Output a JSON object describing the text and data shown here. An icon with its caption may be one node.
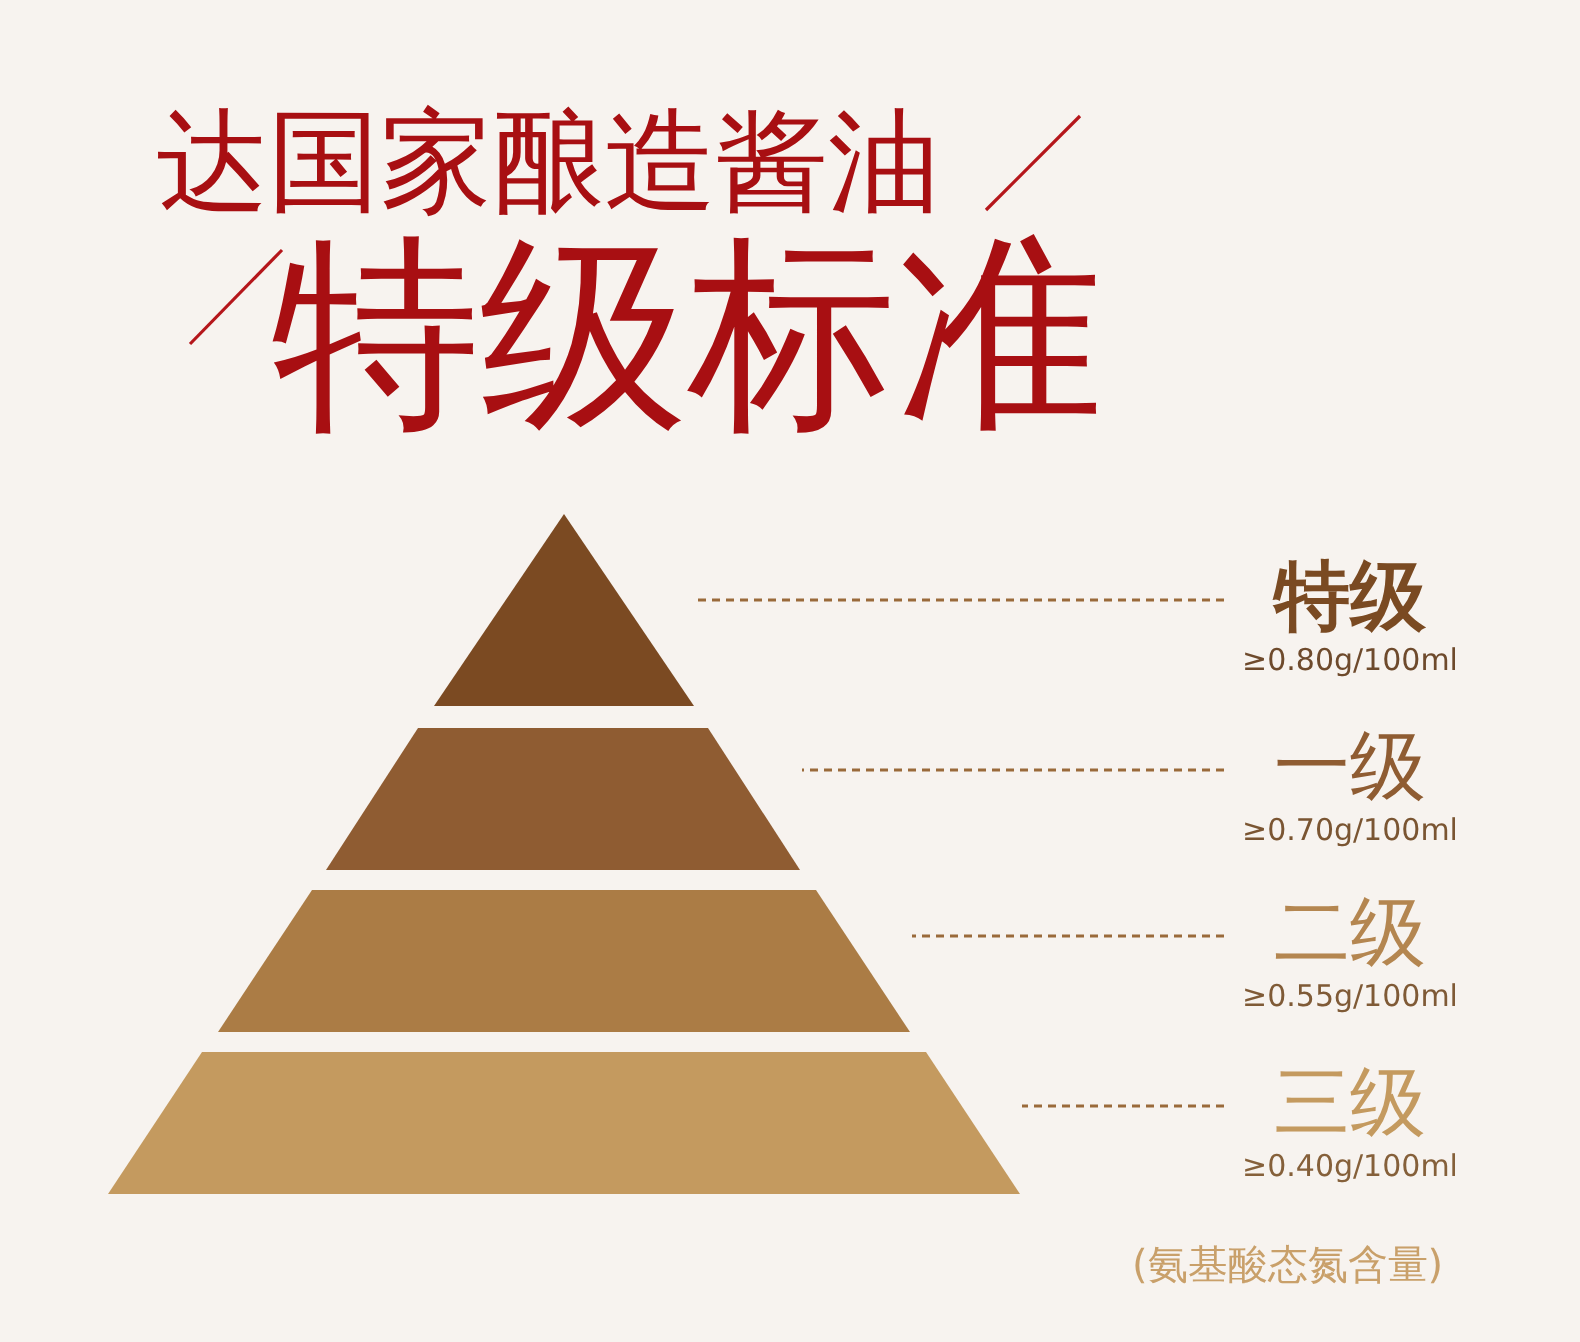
{
  "diagram": {
    "title": "达国家酿造酱油",
    "nodes": [
      {
        "text": [],
        "shape": "triangle"
      },
      {
        "text": [],
        "shape": "trapezoid"
      },
      {
        "text": [],
        "shape": "trapezoid"
      },
      {
        "text": [],
        "shape": "trapezoid"
      },
      {
        "text": [
          "特级",
          "≥0.80g/100ml"
        ]
      },
      {
        "text": [
          "一级",
          "≥0.70g/100ml"
        ]
      },
      {
        "text": [
          "二级",
          "≥0.55g/100ml"
        ]
      },
      {
        "text": [
          "三级",
          "≥0.40g/100ml"
        ]
      }
    ],
    "edges": [
      {
        "from": 4,
        "to": 0,
        "arrow": "none",
        "style": "dashed"
      },
      {
        "from": 5,
        "to": 1,
        "arrow": "none",
        "style": "dashed"
      },
      {
        "from": 6,
        "to": 2,
        "arrow": "none",
        "style": "dashed"
      },
      {
        "from": 7,
        "to": 3,
        "arrow": "none",
        "style": "dashed"
      }
    ],
    "labels": [
      "特级标准",
      "(氨基酸态氮含量)"
    ]
  }
}
